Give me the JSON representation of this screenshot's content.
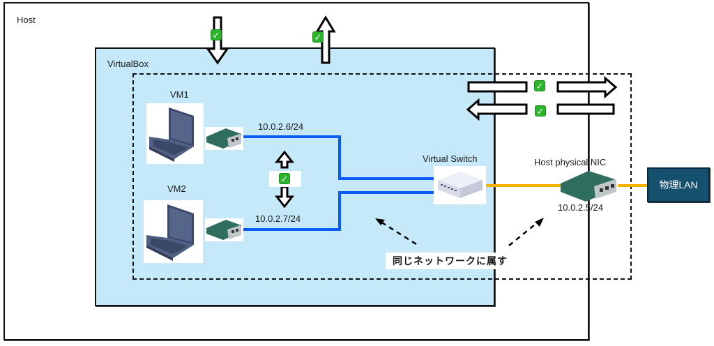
{
  "diagram": {
    "host": {
      "label": "Host"
    },
    "virtualbox": {
      "label": "VirtualBox"
    },
    "vms": [
      {
        "label": "VM1",
        "ip": "10.0.2.6/24",
        "icon": "laptop-icon",
        "nic_icon": "network-card-icon"
      },
      {
        "label": "VM2",
        "ip": "10.0.2.7/24",
        "icon": "laptop-icon",
        "nic_icon": "network-card-icon"
      }
    ],
    "virtual_switch": {
      "label": "Virtual Switch",
      "icon": "network-switch-icon"
    },
    "host_nic": {
      "label": "Host physical NIC",
      "ip": "10.0.2.5/24",
      "icon": "network-card-icon"
    },
    "physical_lan": {
      "label": "物理LAN"
    },
    "same_network_note": "同じネットワークに属す",
    "check_mark": "✓",
    "colors": {
      "virtualbox_fill": "#c5e9f8",
      "vm_link": "#0a5cf5",
      "host_link": "#f5b200",
      "lan_fill": "#15506e",
      "check": "#2cb52c"
    },
    "arrows": [
      {
        "name": "host-to-virtualbox",
        "direction": "down",
        "status": "allowed"
      },
      {
        "name": "virtualbox-to-host",
        "direction": "up",
        "status": "allowed"
      },
      {
        "name": "network-outbound",
        "direction": "right",
        "status": "allowed"
      },
      {
        "name": "network-inbound",
        "direction": "left",
        "status": "allowed"
      },
      {
        "name": "vm1-vm2",
        "direction": "bidirectional",
        "status": "allowed"
      }
    ]
  }
}
